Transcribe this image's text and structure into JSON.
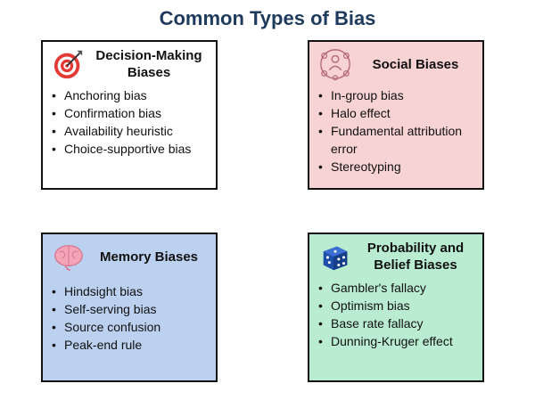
{
  "title": "Common Types of Bias",
  "cards": [
    {
      "title": "Decision-Making Biases",
      "icon": "target-icon",
      "items": [
        "Anchoring bias",
        "Confirmation bias",
        "Availability heuristic",
        "Choice-supportive bias"
      ],
      "color": "#ffffff"
    },
    {
      "title": "Social Biases",
      "icon": "network-people-icon",
      "items": [
        "In-group bias",
        "Halo effect",
        "Fundamental attribution error",
        "Stereotyping"
      ],
      "color": "#f8d3d3"
    },
    {
      "title": "Memory Biases",
      "icon": "brain-icon",
      "items": [
        "Hindsight bias",
        "Self-serving bias",
        "Source confusion",
        "Peak-end rule"
      ],
      "color": "#bcd0f0"
    },
    {
      "title": "Probability and Belief Biases",
      "icon": "dice-icon",
      "items": [
        "Gambler's fallacy",
        "Optimism bias",
        "Base rate fallacy",
        "Dunning-Kruger effect"
      ],
      "color": "#b9ecd0"
    }
  ]
}
